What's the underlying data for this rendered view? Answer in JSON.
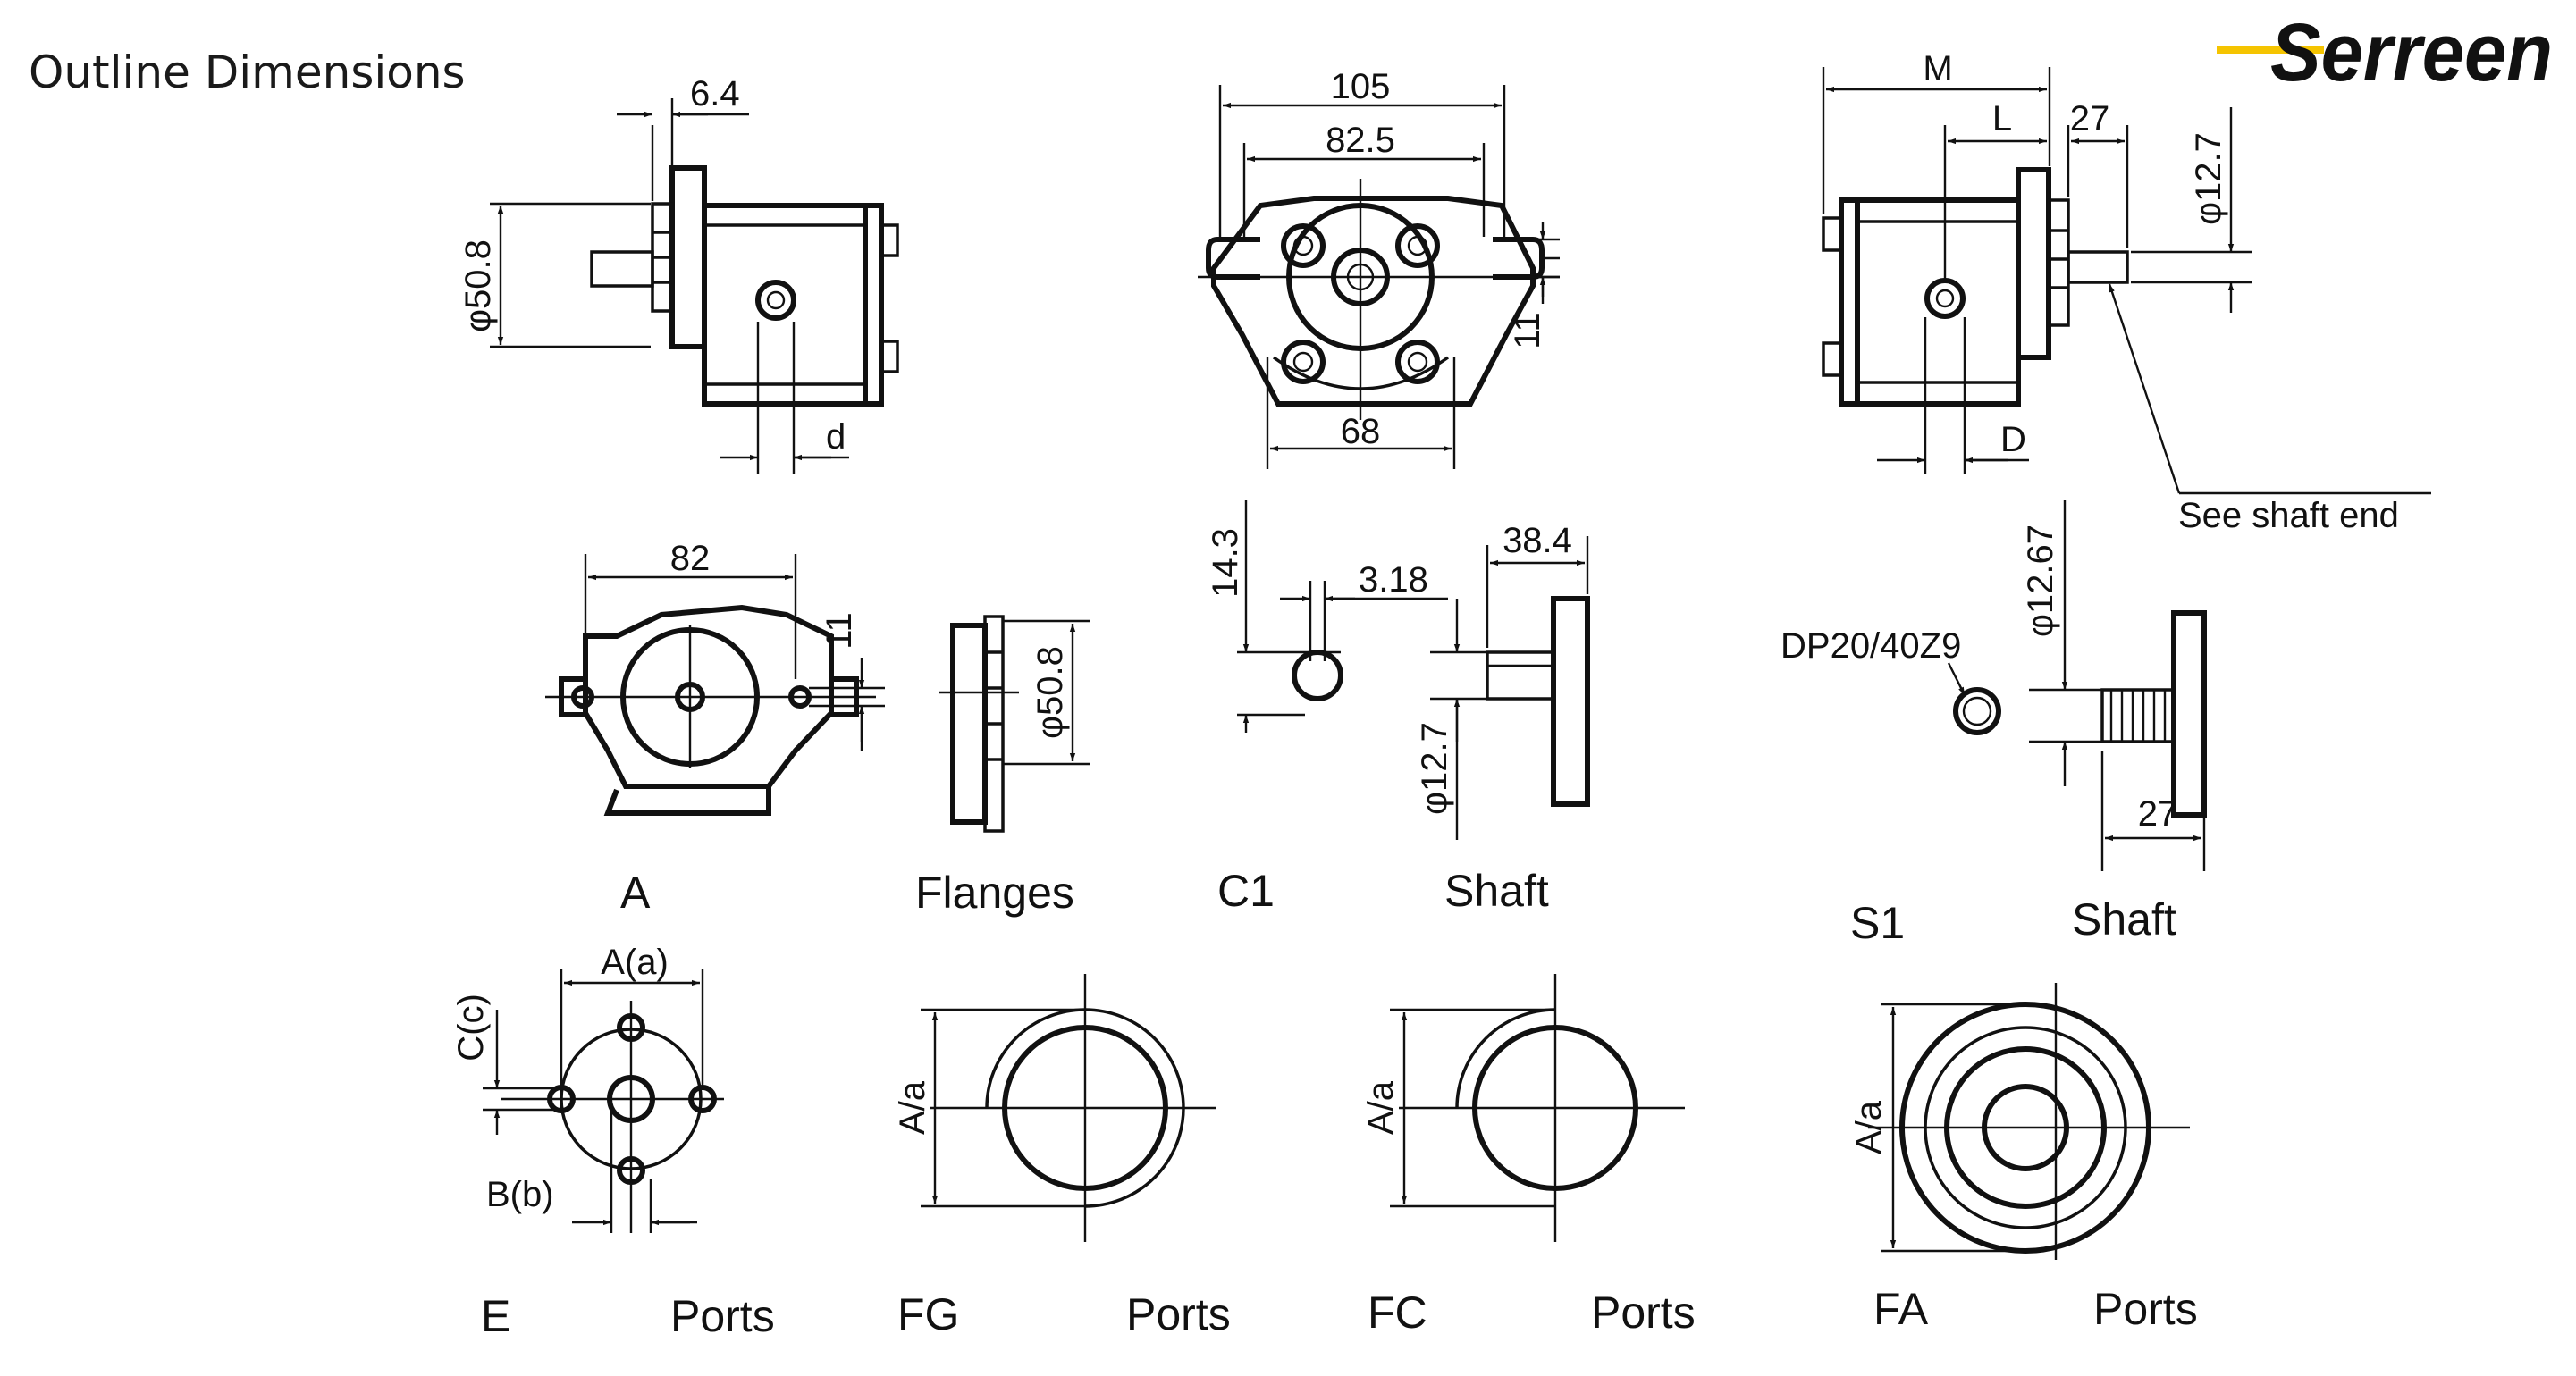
{
  "header": {
    "title": "Outline Dimensions",
    "brand": "Serreen",
    "brand_color": "#f5c400"
  },
  "views": {
    "side_left": {
      "dim_flange": "6.4",
      "dim_pilot": "φ50.8",
      "dim_port": "d"
    },
    "front": {
      "dim_width": "105",
      "dim_bolt_pitch": "82.5",
      "dim_body": "68",
      "dim_slot": "11"
    },
    "side_right": {
      "dim_m": "M",
      "dim_l": "L",
      "dim_shaft_len": "27",
      "dim_shaft_dia": "φ12.7",
      "dim_port": "D",
      "note": "See shaft end"
    }
  },
  "flange_a": {
    "dim_width": "82",
    "dim_slot": "11",
    "dim_pilot": "φ50.8",
    "label": "A",
    "caption": "Flanges"
  },
  "shaft_c1": {
    "dim_14": "14.3",
    "dim_key": "3.18",
    "dim_len": "38.4",
    "dim_dia": "φ12.7",
    "label": "C1",
    "caption": "Shaft"
  },
  "shaft_s1": {
    "spline": "DP20/40Z9",
    "dim_dia": "φ12.67",
    "dim_len": "27",
    "label": "S1",
    "caption": "Shaft"
  },
  "ports": [
    {
      "label": "E",
      "caption": "Ports",
      "dims": [
        "A(a)",
        "C(c)",
        "B(b)"
      ]
    },
    {
      "label": "FG",
      "caption": "Ports",
      "dims": [
        "A/a"
      ]
    },
    {
      "label": "FC",
      "caption": "Ports",
      "dims": [
        "A/a"
      ]
    },
    {
      "label": "FA",
      "caption": "Ports",
      "dims": [
        "A/a"
      ]
    }
  ]
}
